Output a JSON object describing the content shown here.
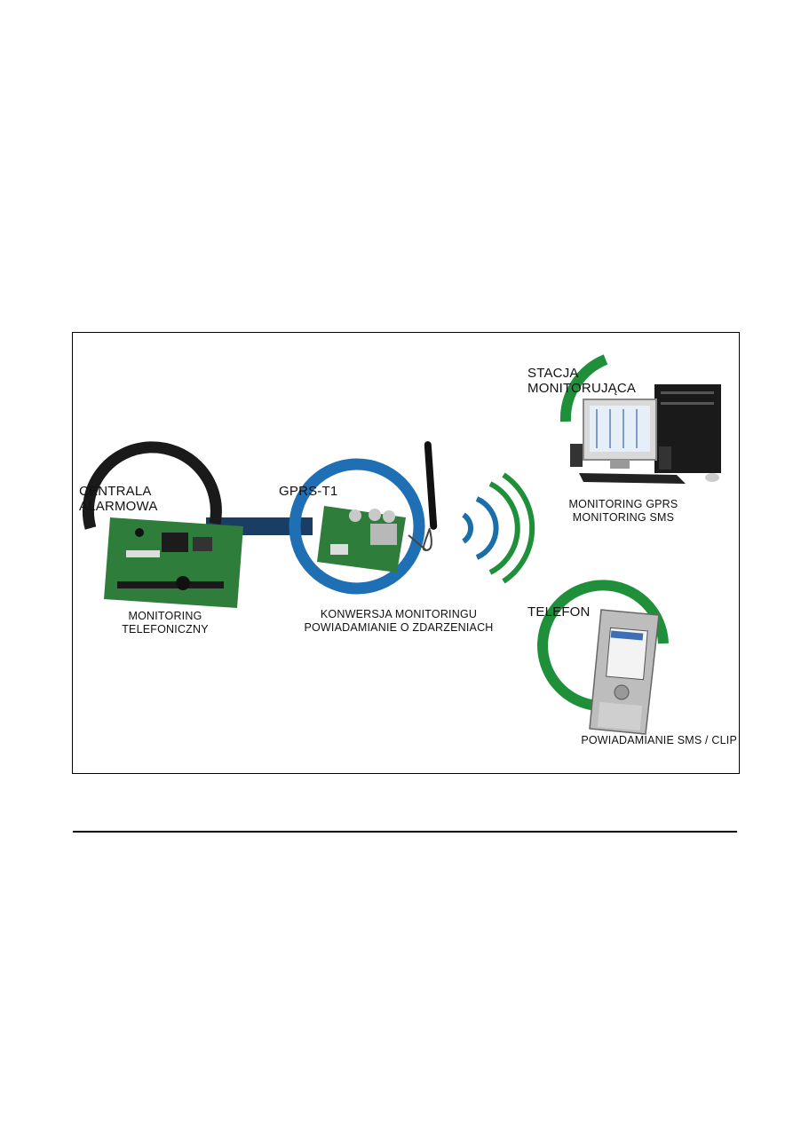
{
  "diagram": {
    "nodes": {
      "alarm_panel": {
        "title_line1": "CENTRALA",
        "title_line2": "ALARMOWA",
        "caption_line1": "MONITORING",
        "caption_line2": "TELEFONICZNY"
      },
      "gprs_module": {
        "title": "GPRS-T1",
        "caption_line1": "KONWERSJA MONITORINGU",
        "caption_line2": "POWIADAMIANIE O ZDARZENIACH"
      },
      "monitoring_station": {
        "title_line1": "STACJA",
        "title_line2": "MONITORUJĄCA",
        "caption_line1": "MONITORING GPRS",
        "caption_line2": "MONITORING SMS"
      },
      "phone": {
        "title": "TELEFON",
        "caption": "POWIADAMIANIE SMS / CLIP"
      }
    },
    "colors": {
      "alarm_ring": "#1a1a1a",
      "gprs_ring": "#1f6fb5",
      "link_bar": "#1a3d66",
      "station_ring": "#1f8f3a",
      "phone_ring": "#1f8f3a",
      "wave_blue": "#1a6fa8",
      "wave_green": "#1f8f3a",
      "pcb_green": "#2e7d3a"
    }
  }
}
